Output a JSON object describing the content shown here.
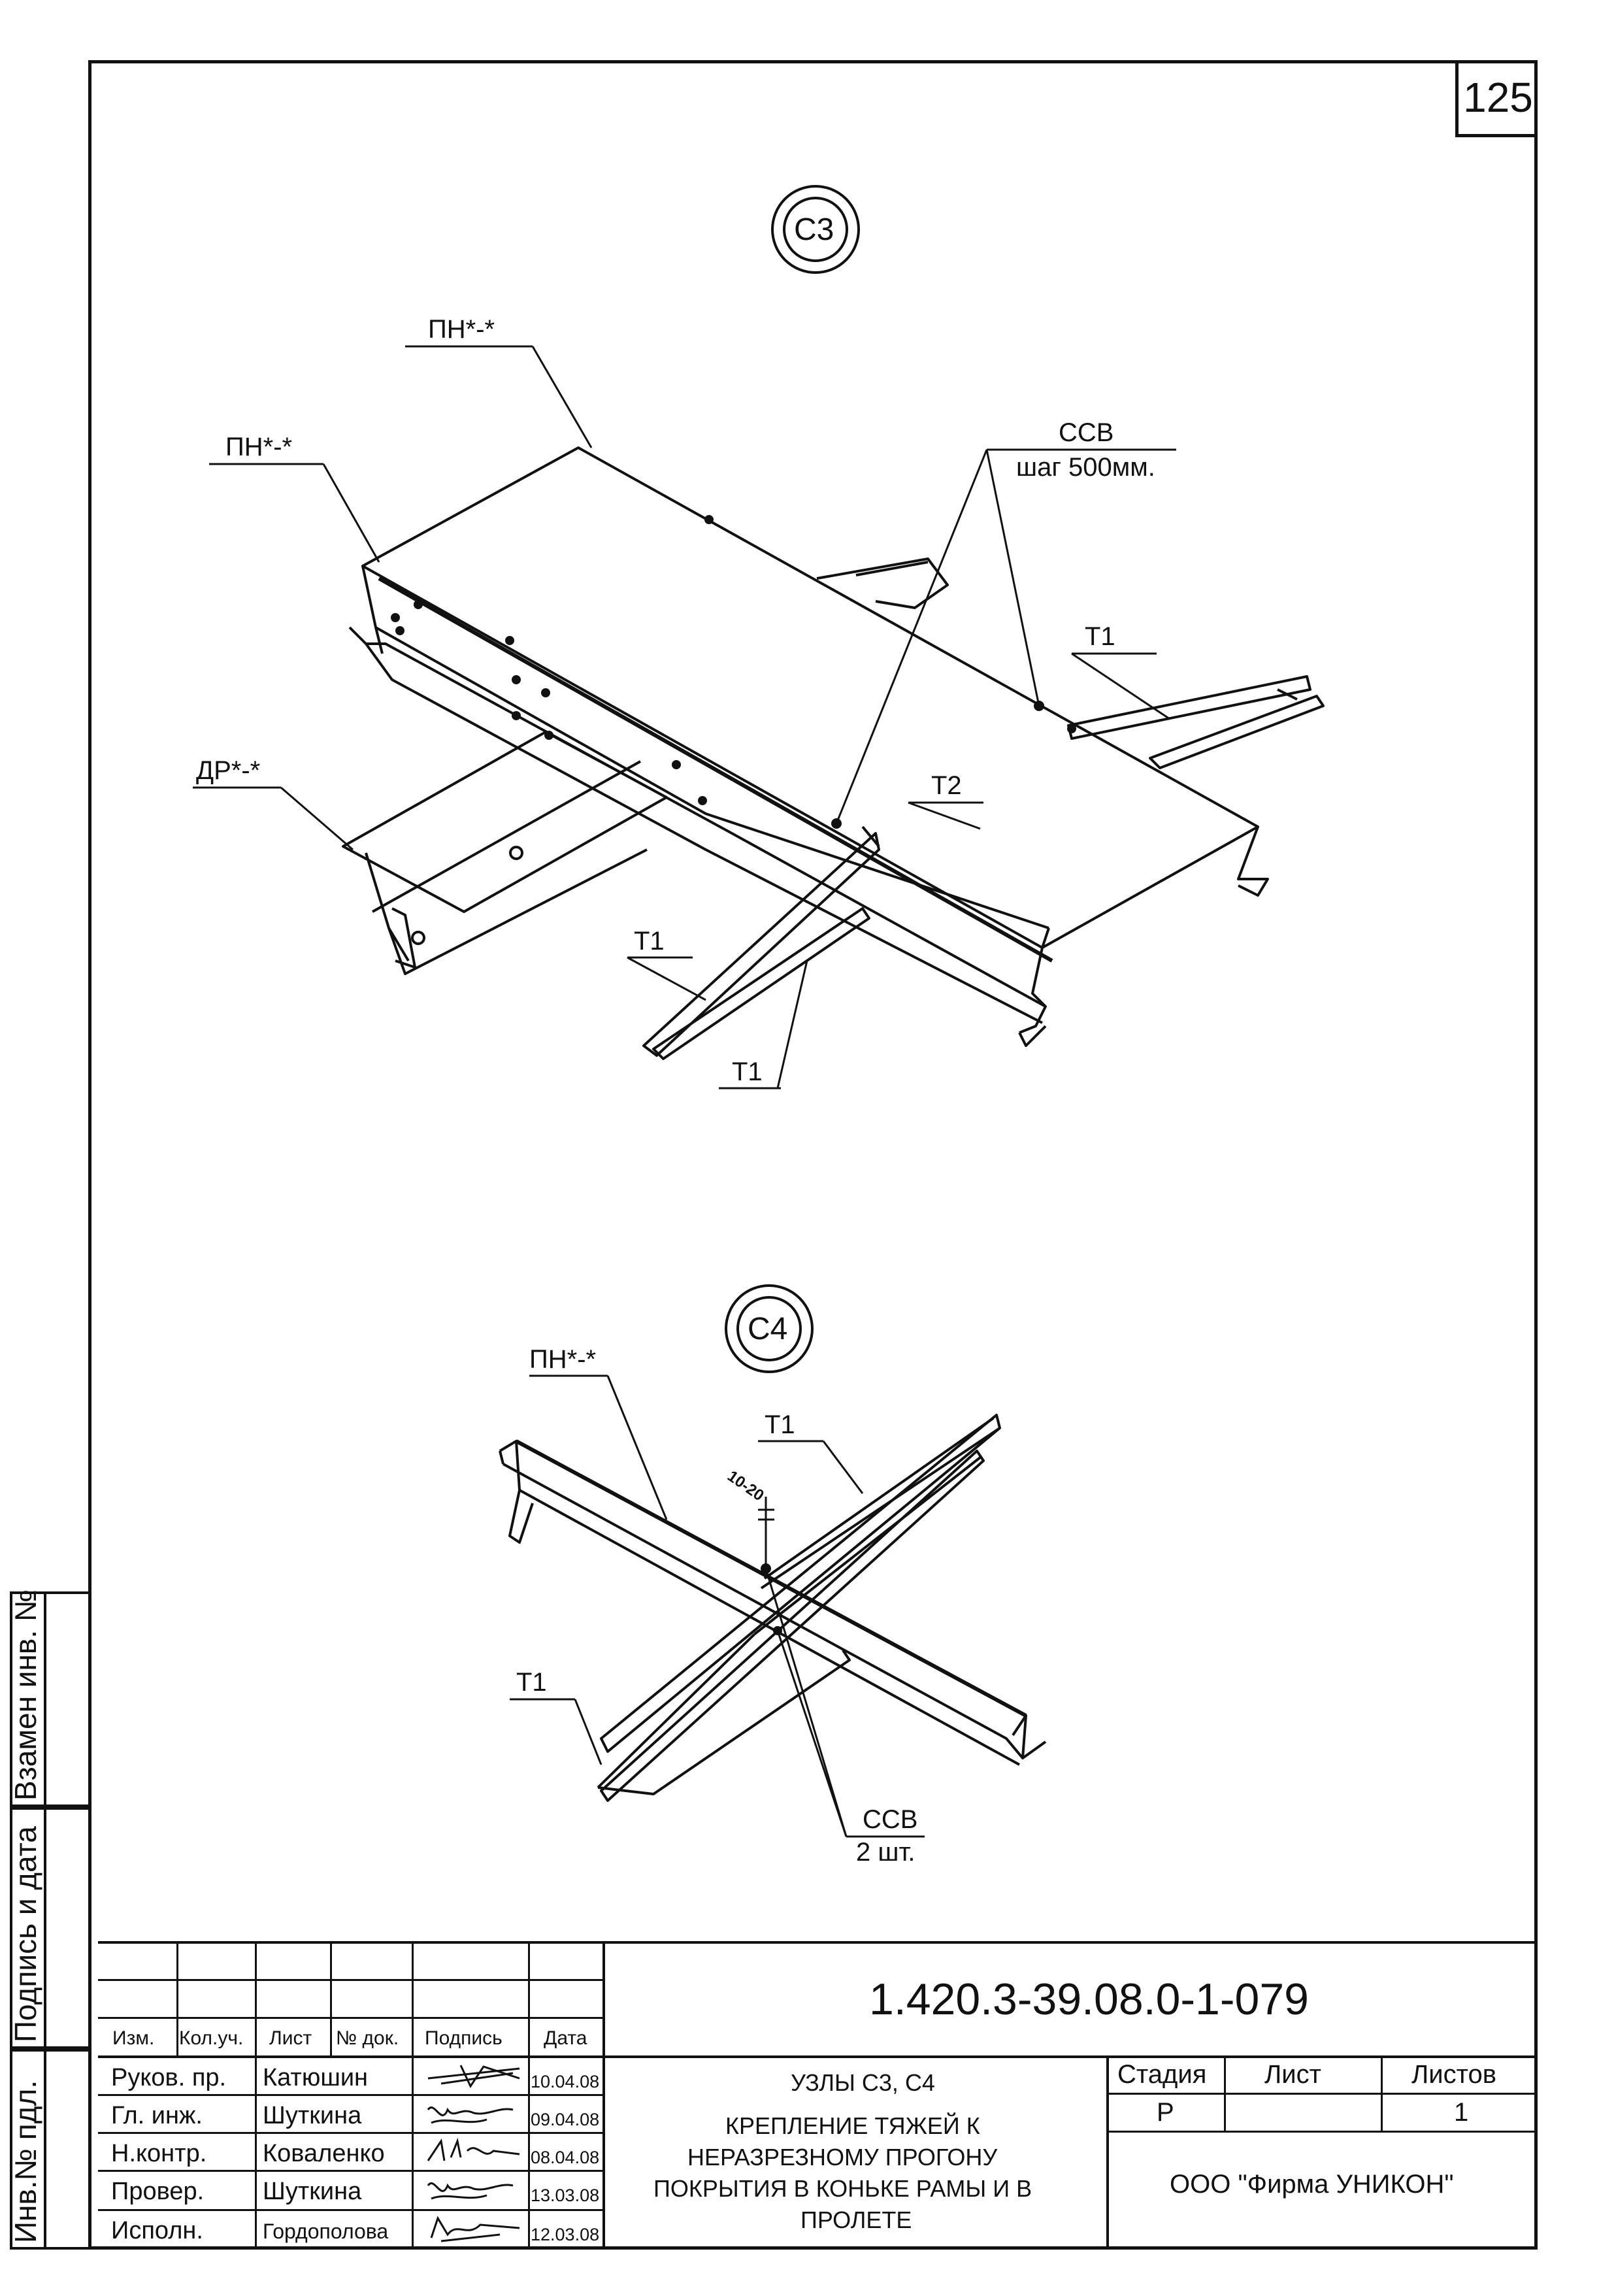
{
  "sheet_number": "125",
  "details": [
    {
      "marker": "С3",
      "labels": {
        "pn_top": "ПН*-*",
        "pn_left": "ПН*-*",
        "ssv": "ССВ",
        "ssv_step": "шаг 500мм.",
        "t1_right": "Т1",
        "dr": "ДР*-*",
        "t2": "Т2",
        "t1_lower": "Т1",
        "t1_bottom": "Т1"
      }
    },
    {
      "marker": "С4",
      "labels": {
        "pn": "ПН*-*",
        "t1_top": "Т1",
        "dim": "10-20",
        "t1_left": "Т1",
        "ssv": "ССВ",
        "ssv_count": "2 шт."
      }
    }
  ],
  "side_stamp": {
    "zamen": "Взамен инв. №",
    "podpis": "Подпись и дата",
    "inv": "Инв.№ пдл."
  },
  "title_block": {
    "doc_code": "1.420.3-39.08.0-1-079",
    "headers": [
      "Изм.",
      "Кол.уч.",
      "Лист",
      "№ док.",
      "Подпись",
      "Дата"
    ],
    "rows": [
      {
        "role": "Руков. пр.",
        "name": "Катюшин",
        "date": "10.04.08"
      },
      {
        "role": "Гл. инж.",
        "name": "Шуткина",
        "date": "09.04.08"
      },
      {
        "role": "Н.контр.",
        "name": "Коваленко",
        "date": "08.04.08"
      },
      {
        "role": "Провер.",
        "name": "Шуткина",
        "date": "13.03.08"
      },
      {
        "role": "Исполн.",
        "name": "Гордополова",
        "date": "12.03.08"
      }
    ],
    "title_line1": "УЗЛЫ С3, С4",
    "title_line2": "КРЕПЛЕНИЕ ТЯЖЕЙ К",
    "title_line3": "НЕРАЗРЕЗНОМУ ПРОГОНУ",
    "title_line4": "ПОКРЫТИЯ  В КОНЬКЕ РАМЫ И В",
    "title_line5": "ПРОЛЕТЕ",
    "stage_label": "Стадия",
    "sheet_label": "Лист",
    "sheets_label": "Листов",
    "stage": "Р",
    "sheet": "",
    "sheets": "1",
    "company": "ООО \"Фирма УНИКОН\""
  }
}
